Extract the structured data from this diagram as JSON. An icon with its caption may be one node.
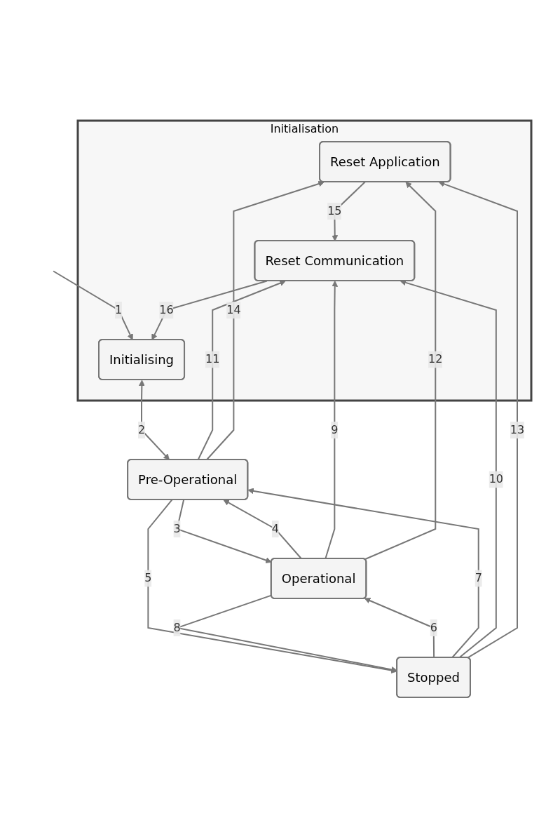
{
  "diagram": {
    "nodes": [
      {
        "text": [
          "Initialisation"
        ]
      },
      {
        "text": [
          "Reset Application"
        ],
        "in": 0
      },
      {
        "text": [
          "Reset Communication"
        ],
        "in": 0
      },
      {
        "text": [
          "Initialising"
        ],
        "in": 0
      },
      {
        "text": [
          "Pre-Operational"
        ]
      },
      {
        "text": [
          "Stopped"
        ]
      },
      {
        "text": [
          "Operational"
        ]
      }
    ],
    "edges": [
      {
        "from": null,
        "to": 3,
        "arrow": "to",
        "label": "1"
      },
      {
        "from": 3,
        "to": 4,
        "arrow": "both",
        "label": "2"
      },
      {
        "from": 4,
        "to": 6,
        "arrow": "to",
        "label": "3"
      },
      {
        "from": 6,
        "to": 4,
        "arrow": "to",
        "label": "4"
      },
      {
        "from": 4,
        "to": 5,
        "arrow": "to",
        "label": "5"
      },
      {
        "from": 5,
        "to": 6,
        "arrow": "to",
        "label": "6"
      },
      {
        "from": 5,
        "to": 4,
        "arrow": "to",
        "label": "7"
      },
      {
        "from": 6,
        "to": 5,
        "arrow": "to",
        "label": "8"
      },
      {
        "from": 6,
        "to": 2,
        "arrow": "to",
        "label": "9"
      },
      {
        "from": 5,
        "to": 2,
        "arrow": "to",
        "label": "10"
      },
      {
        "from": 4,
        "to": 2,
        "arrow": "to",
        "label": "11"
      },
      {
        "from": 6,
        "to": 1,
        "arrow": "to",
        "label": "12"
      },
      {
        "from": 5,
        "to": 1,
        "arrow": "to",
        "label": "13"
      },
      {
        "from": 4,
        "to": 1,
        "arrow": "to",
        "label": "14"
      },
      {
        "from": 1,
        "to": 2,
        "arrow": "to",
        "label": "15"
      },
      {
        "from": 2,
        "to": 3,
        "arrow": "to",
        "label": "16"
      }
    ]
  }
}
